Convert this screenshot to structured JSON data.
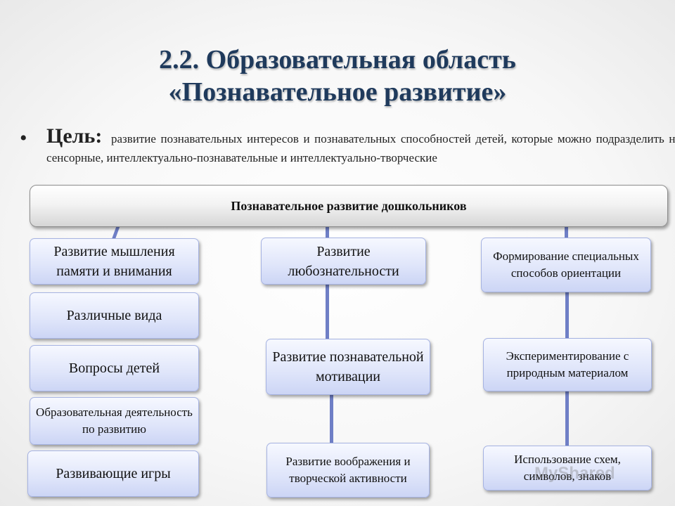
{
  "title": {
    "line1": "2.2. Образовательная область",
    "line2": "«Познавательное развитие»"
  },
  "goal": {
    "bullet": "•",
    "label": "Цель:",
    "text": "развитие познавательных интересов и познавательных способностей детей, которые можно подразделить на сенсорные, интеллектуально-познавательные и интеллектуально-творческие"
  },
  "header": {
    "label": "Познавательное развитие дошкольников"
  },
  "left_column": [
    "Развитие мышления памяти и внимания",
    "Различные вида",
    "Вопросы детей",
    "Образовательная деятельность по развитию",
    "Развивающие игры"
  ],
  "center_column": [
    "Развитие любознательности",
    "Развитие познавательной мотивации",
    "Развитие воображения и творческой активности"
  ],
  "right_column": [
    "Формирование специальных способов ориентации",
    "Экспериментирование с природным материалом",
    "Использование схем, символов, знаков"
  ],
  "watermark": "MyShared",
  "colors": {
    "title": "#1f3a5c",
    "connector": "#6f7fc6",
    "box_fill": "#dfe5fa"
  }
}
